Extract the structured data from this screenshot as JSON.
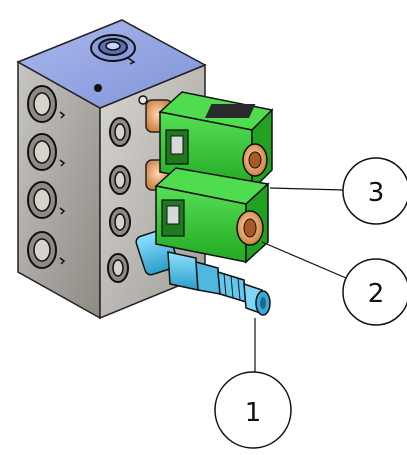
{
  "callouts": [
    {
      "label": "1"
    },
    {
      "label": "2"
    },
    {
      "label": "3"
    }
  ],
  "colors": {
    "manifold_top": "#8fa3e0",
    "manifold_side": "#b8b4b0",
    "solenoid_green": "#33cc33",
    "fitting_cyan": "#3fbfe8",
    "copper": "#e8a060",
    "leader_line": "#111111"
  }
}
